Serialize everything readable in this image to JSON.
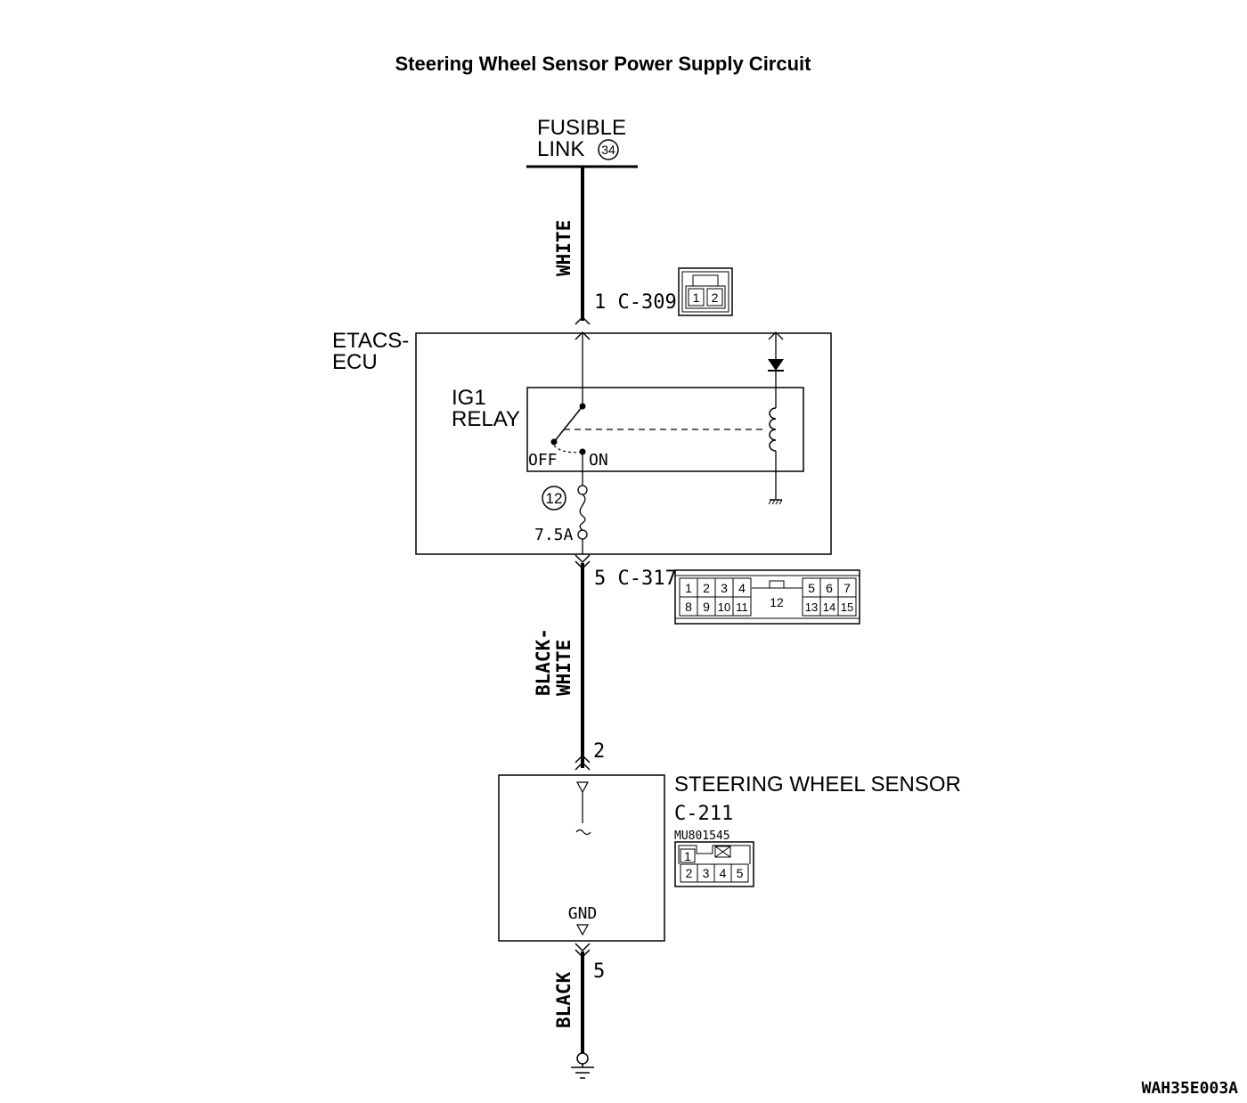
{
  "title": "Steering Wheel Sensor Power Supply Circuit",
  "fusible_link": {
    "line1": "FUSIBLE",
    "line2": "LINK",
    "number": "34"
  },
  "wires": {
    "top": "WHITE",
    "middle_line1": "BLACK-",
    "middle_line2": "WHITE",
    "bottom": "BLACK"
  },
  "connectors": {
    "c309": {
      "label": "1 C-309",
      "pins": [
        "1",
        "2"
      ]
    },
    "c317": {
      "label": "5 C-317",
      "top_pins": [
        "1",
        "2",
        "3",
        "4",
        "5",
        "6",
        "7"
      ],
      "bottom_pins": [
        "8",
        "9",
        "10",
        "11",
        "13",
        "14",
        "15"
      ],
      "center_pin": "12"
    },
    "c211": {
      "pin_label": "2",
      "ground_pin_label": "5",
      "name": "C-211",
      "part_number": "MU801545",
      "top_pins": [
        "1"
      ],
      "bottom_pins": [
        "2",
        "3",
        "4",
        "5"
      ]
    }
  },
  "etacs": {
    "line1": "ETACS-",
    "line2": "ECU",
    "relay_line1": "IG1",
    "relay_line2": "RELAY",
    "off_label": "OFF",
    "on_label": "ON",
    "fuse_number": "12",
    "fuse_rating": "7.5A"
  },
  "sensor": {
    "name": "STEERING WHEEL SENSOR",
    "gnd_label": "GND"
  },
  "figure_code": "WAH35E003A"
}
